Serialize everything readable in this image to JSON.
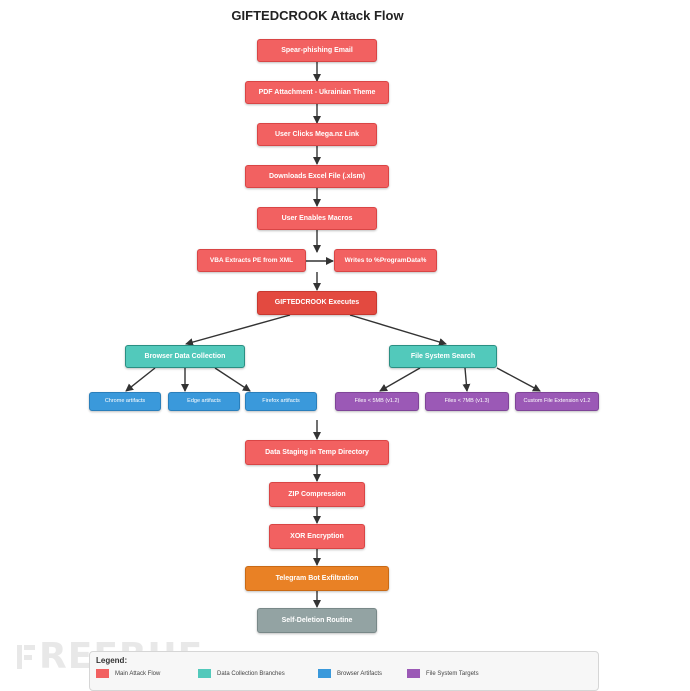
{
  "title": "GIFTEDCROOK Attack Flow",
  "nodes": {
    "spear": "Spear-phishing Email",
    "pdf": "PDF Attachment - Ukrainian Theme",
    "clicks": "User Clicks Mega.nz Link",
    "downloads": "Downloads Excel File (.xlsm)",
    "macros": "User Enables Macros",
    "vba": "VBA Extracts PE from XML",
    "writes": "Writes to %ProgramData%",
    "executes": "GIFTEDCROOK Executes",
    "browser": "Browser Data Collection",
    "filesys": "File System Search",
    "chrome": "Chrome artifacts",
    "edge": "Edge artifacts",
    "firefox": "Firefox artifacts",
    "files5": "Files < 5MB (v1.2)",
    "files7": "Files < 7MB (v1.3)",
    "custom": "Custom File Extension v1.2",
    "staging": "Data Staging in Temp Directory",
    "zip": "ZIP Compression",
    "xor": "XOR Encryption",
    "telegram": "Telegram Bot Exfiltration",
    "selfdel": "Self-Deletion Routine"
  },
  "legend": {
    "title": "Legend:",
    "items": [
      {
        "label": "Main Attack Flow",
        "color": "#f26161"
      },
      {
        "label": "Data Collection Branches",
        "color": "#52c9bb"
      },
      {
        "label": "Browser Artifacts",
        "color": "#3a99db"
      },
      {
        "label": "File System Targets",
        "color": "#9b59b6"
      }
    ]
  },
  "watermark": "REEBUF"
}
